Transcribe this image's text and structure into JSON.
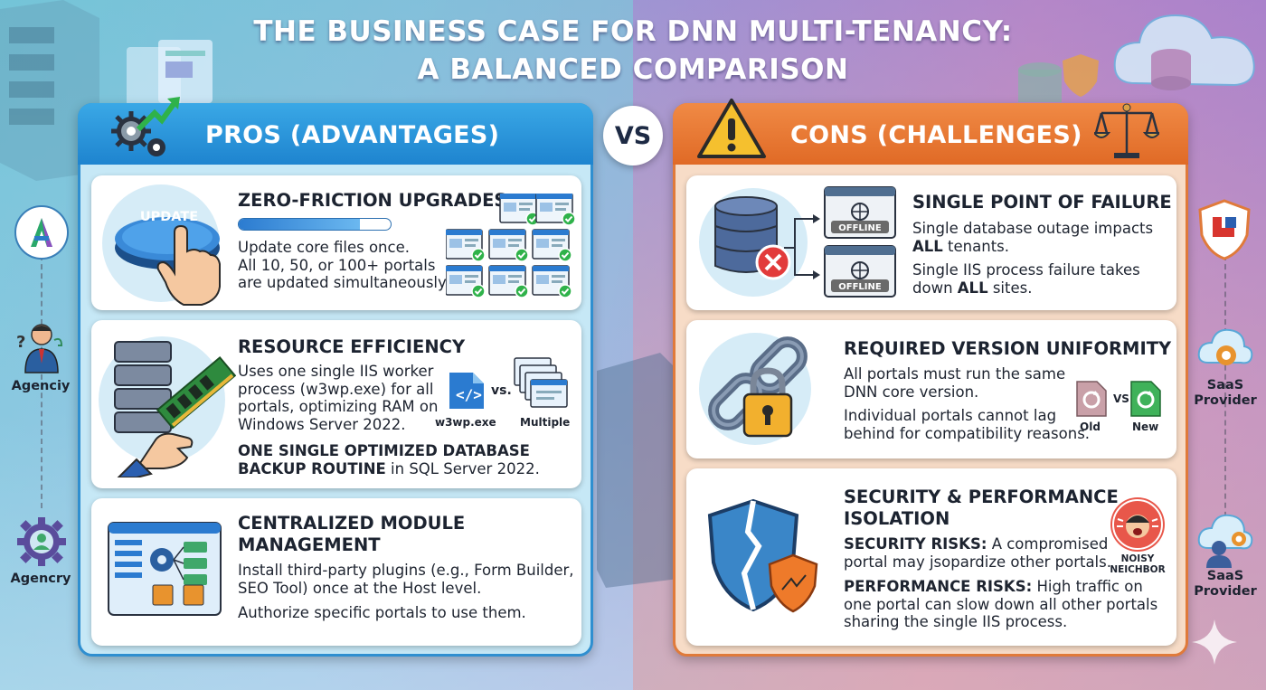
{
  "title": {
    "line1": "THE BUSINESS CASE FOR DNN MULTI-TENANCY:",
    "line2": "A BALANCED COMPARISON"
  },
  "vs": "VS",
  "pros": {
    "heading": "PROS (ADVANTAGES)",
    "cards": [
      {
        "title": "ZERO-FRICTION UPGRADES",
        "button_label": "UPDATE",
        "progress": 0.8,
        "text": [
          "Update core files once.",
          "All 10, 50, or 100+ portals",
          "are updated simultaneously."
        ]
      },
      {
        "title": "RESOURCE EFFICIENCY",
        "text": [
          "Uses one single IIS worker",
          "process (w3wp.exe) for all",
          "portals, optimizing RAM on",
          "Windows Server 2022."
        ],
        "bold_line1": "ONE SINGLE OPTIMIZED DATABASE",
        "bold_line2": "BACKUP ROUTINE",
        "suffix": " in SQL Server 2022.",
        "icon_label": "w3wp.exe",
        "vs_label": "vs.",
        "multiple_label": "Multiple"
      },
      {
        "title_line1": "CENTRALIZED MODULE",
        "title_line2": "MANAGEMENT",
        "text": [
          "Install third-party plugins (e.g., Form Builder,",
          "SEO Tool) once at the Host level."
        ],
        "text2": "Authorize specific portals to use them."
      }
    ]
  },
  "cons": {
    "heading": "CONS (CHALLENGES)",
    "cards": [
      {
        "title": "SINGLE POINT OF FAILURE",
        "line1": "Single database outage impacts",
        "line2_bold": "ALL",
        "line2_rest": " tenants.",
        "line3": "Single IIS process failure takes",
        "line4_pre": "down ",
        "line4_bold": "ALL",
        "line4_rest": " sites.",
        "offline_label": "OFFLINE"
      },
      {
        "title": "REQUIRED VERSION UNIFORMITY",
        "text": [
          "All portals must run the same",
          "DNN core version."
        ],
        "text2": [
          "Individual portals cannot lag",
          "behind for compatibility reasons."
        ],
        "old_label": "Old",
        "vs_label": "VS",
        "new_label": "New"
      },
      {
        "title_line1": "SECURITY & PERFORMANCE",
        "title_line2": "ISOLATION",
        "sec_bold": "SECURITY RISKS:",
        "sec_rest1": " A compromised",
        "sec_rest2": "portal may jsopardize other portals.",
        "perf_bold": "PERFORMANCE RISKS:",
        "perf_rest1": " High traffic on",
        "perf_rest2": "one portal can slow down all other portals",
        "perf_rest3": "sharing the single IIS process.",
        "neighbor_label1": "NOISY",
        "neighbor_label2": "NEICHBOR"
      }
    ]
  },
  "side_left": [
    "Agenciy",
    "Agencry"
  ],
  "side_right": [
    {
      "line1": "SaaS",
      "line2": "Provider"
    },
    {
      "line1": "SaaS",
      "line2": "Provider"
    }
  ],
  "colors": {
    "pros_accent": "#1e84cf",
    "cons_accent": "#e06a26",
    "check_green": "#2fb24a",
    "offline_gray": "#6a6a6a"
  }
}
